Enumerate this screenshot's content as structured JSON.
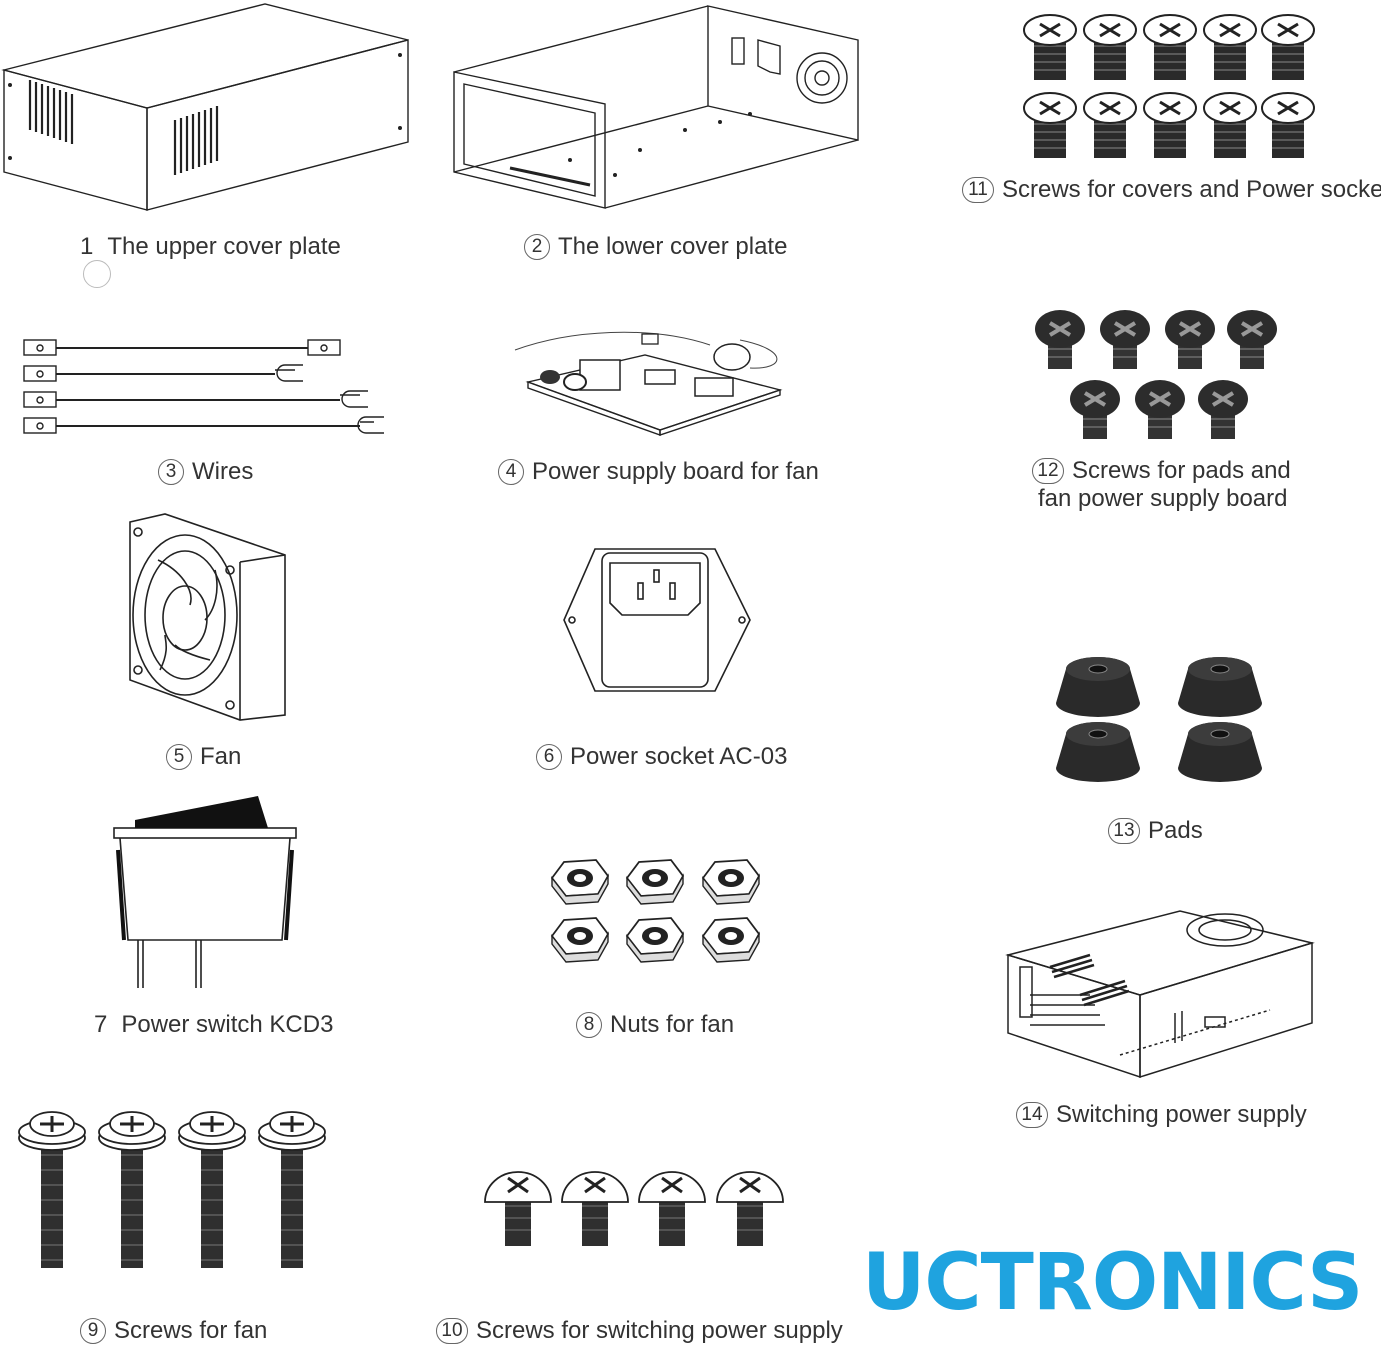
{
  "brand": {
    "name": "UCTRONICS",
    "color": "#1fa3df"
  },
  "parts": [
    {
      "num": "1",
      "label": "The upper cover plate"
    },
    {
      "num": "2",
      "label": "The lower cover plate"
    },
    {
      "num": "3",
      "label": "Wires"
    },
    {
      "num": "4",
      "label": "Power supply board for fan"
    },
    {
      "num": "5",
      "label": "Fan"
    },
    {
      "num": "6",
      "label": "Power socket AC-03"
    },
    {
      "num": "7",
      "label": "Power switch KCD3"
    },
    {
      "num": "8",
      "label": "Nuts for fan"
    },
    {
      "num": "9",
      "label": "Screws for fan"
    },
    {
      "num": "10",
      "label": "Screws for switching power supply"
    },
    {
      "num": "11",
      "label": "Screws for covers and Power socket"
    },
    {
      "num": "12",
      "label": "Screws for pads and",
      "label2": "fan power supply board"
    },
    {
      "num": "13",
      "label": "Pads"
    },
    {
      "num": "14",
      "label": "Switching power supply"
    }
  ]
}
